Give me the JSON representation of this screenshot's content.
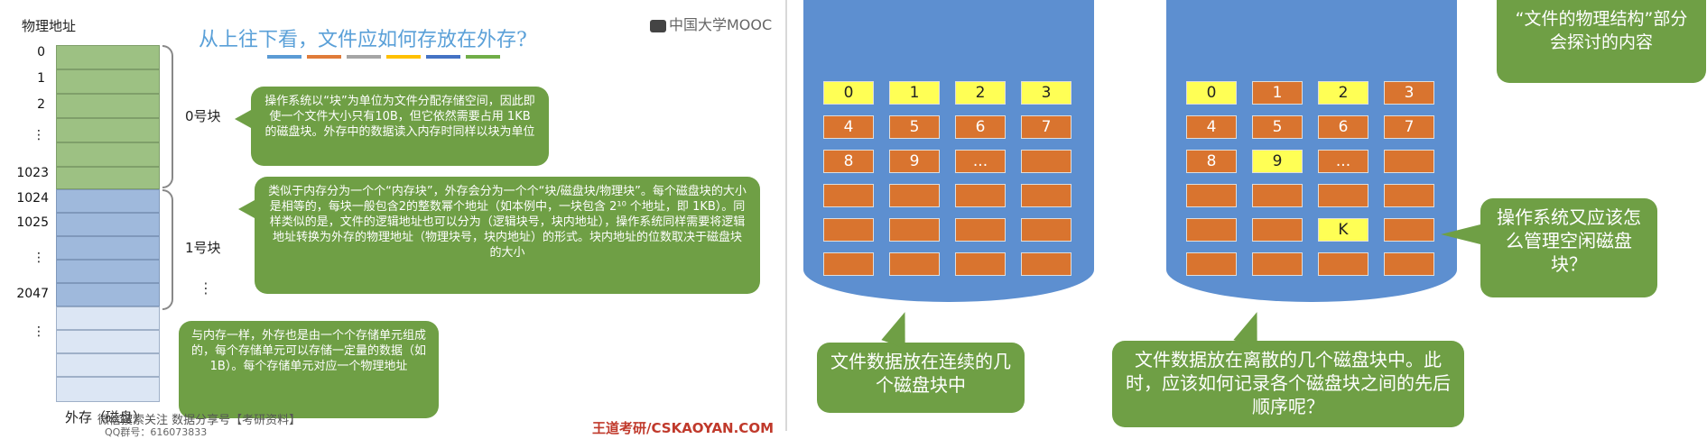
{
  "left": {
    "addr_title": "物理地址",
    "addresses": [
      "0",
      "1",
      "2",
      "⋮",
      "1023",
      "1024",
      "1025",
      "⋮",
      "2047",
      "⋮"
    ],
    "title": "从上往下看，文件应如何存放在外存?",
    "mooc": "中国大学MOOC",
    "block0_label": "0号块",
    "block1_label": "1号块",
    "dots": "⋮",
    "bubble1": "操作系统以“块”为单位为文件分配存储空间，因此即使一个文件大小只有10B，但它依然需要占用 1KB 的磁盘块。外存中的数据读入内存时同样以块为单位",
    "bubble2": "类似于内存分为一个个“内存块”，外存会分为一个个“块/磁盘块/物理块”。每个磁盘块的大小是相等的，每块一般包含2的整数幂个地址（如本例中，一块包含 2¹⁰ 个地址，即 1KB）。同样类似的是，文件的逻辑地址也可以分为（逻辑块号，块内地址），操作系统同样需要将逻辑地址转换为外存的物理地址（物理块号，块内地址）的形式。块内地址的位数取决于磁盘块的大小",
    "bubble3": "与内存一样，外存也是由一个个存储单元组成的，每个存储单元可以存储一定量的数据（如 1B）。每个存储单元对应一个物理地址",
    "bottom_label": "外存（磁盘）",
    "footer_overlay": "微信搜索关注 数据分享号【考研资料】",
    "footer_qq": "QQ群号：616073833",
    "footer_brand": "王道考研/CSKAOYAN.COM",
    "bar_colors": [
      "#5b9bd5",
      "#e07b39",
      "#a5a5a5",
      "#ffc000",
      "#4472c4",
      "#70ad47"
    ]
  },
  "right": {
    "cyl1_blocks": [
      [
        "0",
        "1",
        "2",
        "3"
      ],
      [
        "4",
        "5",
        "6",
        "7"
      ],
      [
        "8",
        "9",
        "...",
        ""
      ],
      [
        "",
        "",
        "",
        ""
      ],
      [
        "",
        "",
        "",
        ""
      ],
      [
        "",
        "",
        "",
        ""
      ]
    ],
    "cyl1_yellow": [
      [
        0,
        0
      ],
      [
        0,
        1
      ],
      [
        0,
        2
      ],
      [
        0,
        3
      ]
    ],
    "cyl2_blocks": [
      [
        "0",
        "1",
        "2",
        "3"
      ],
      [
        "4",
        "5",
        "6",
        "7"
      ],
      [
        "8",
        "9",
        "...",
        ""
      ],
      [
        "",
        "",
        "",
        ""
      ],
      [
        "",
        "",
        "K",
        ""
      ],
      [
        "",
        "",
        "",
        ""
      ]
    ],
    "cyl2_yellow": [
      [
        0,
        0
      ],
      [
        0,
        2
      ],
      [
        2,
        1
      ],
      [
        4,
        2
      ]
    ],
    "bubble_continuous": "文件数据放在连续的几个磁盘块中",
    "bubble_discrete": "文件数据放在离散的几个磁盘块中。此时，应该如何记录各个磁盘块之间的先后顺序呢？",
    "bubble_free": "操作系统又应该怎么管理空闲磁盘块？",
    "bubble_topright": "“文件的物理结构”部分会探讨的内容"
  }
}
